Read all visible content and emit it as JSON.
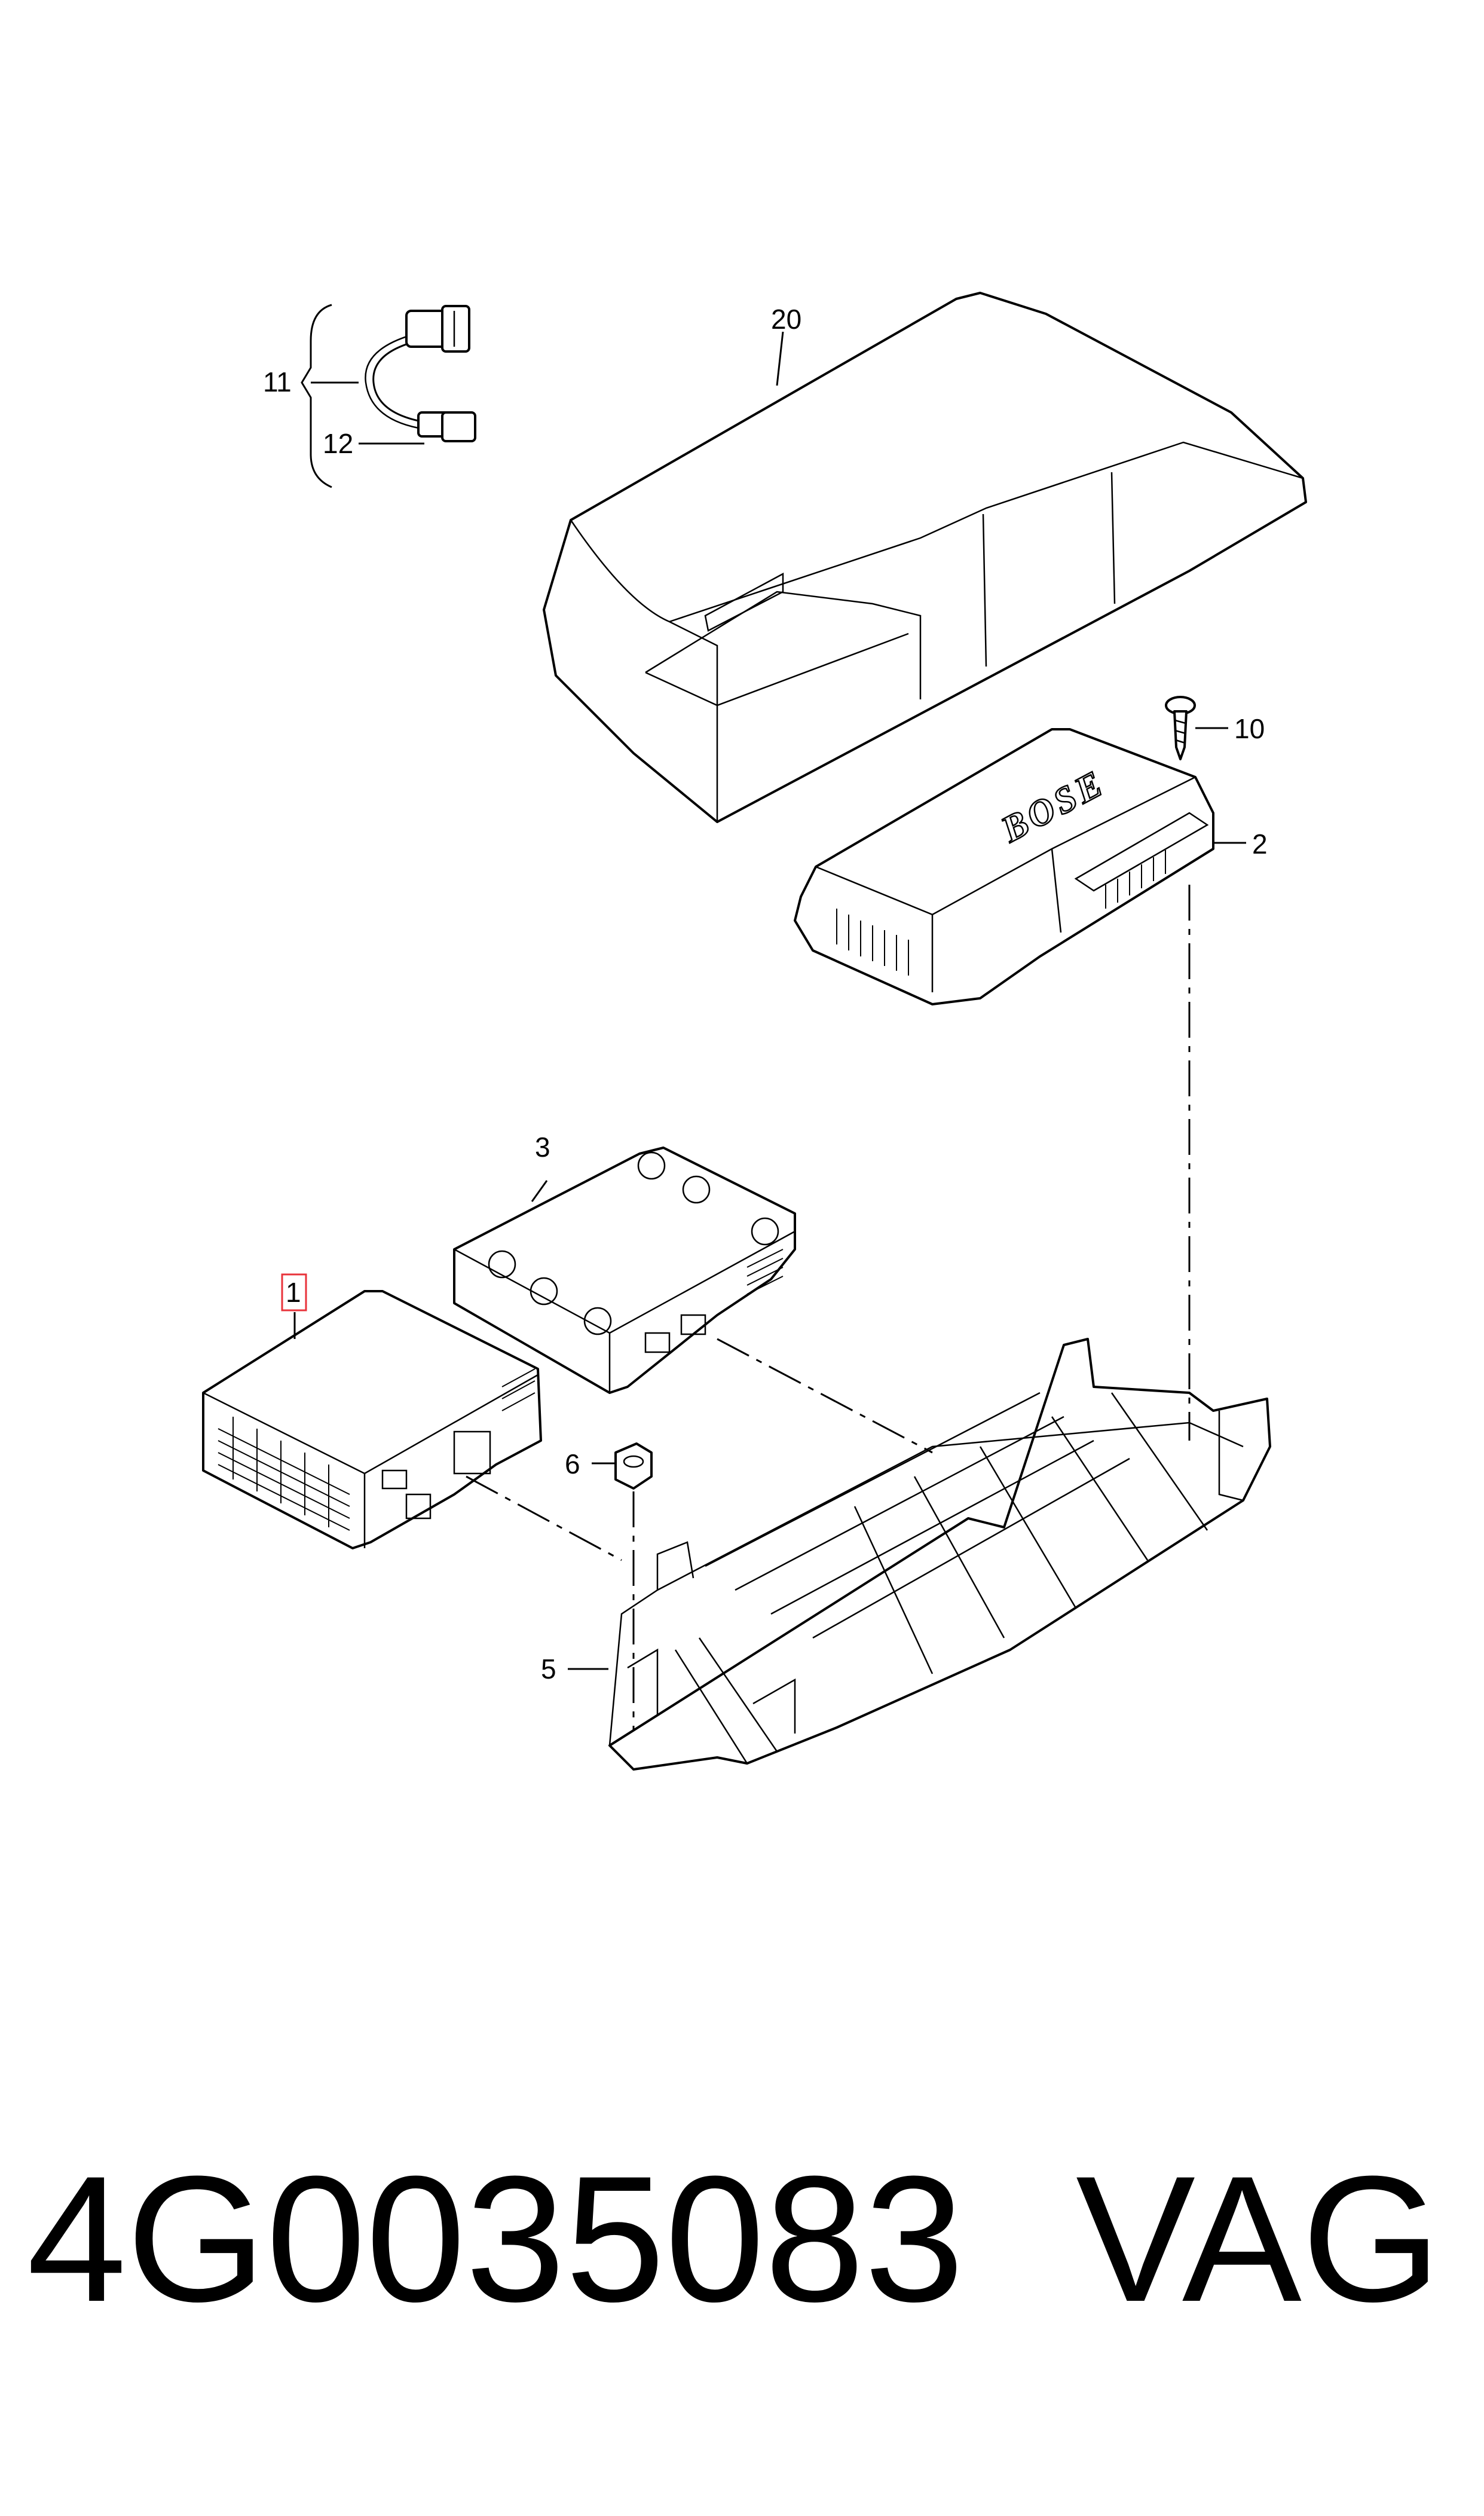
{
  "diagram": {
    "callouts": {
      "c1": "1",
      "c2": "2",
      "c3": "3",
      "c5": "5",
      "c6": "6",
      "c10": "10",
      "c11": "11",
      "c12": "12",
      "c20": "20"
    },
    "amplifier_logo": "BOSE",
    "highlight_color": "#e8333b"
  },
  "footer": {
    "part_number": "4G0035083",
    "brand": "VAG"
  }
}
